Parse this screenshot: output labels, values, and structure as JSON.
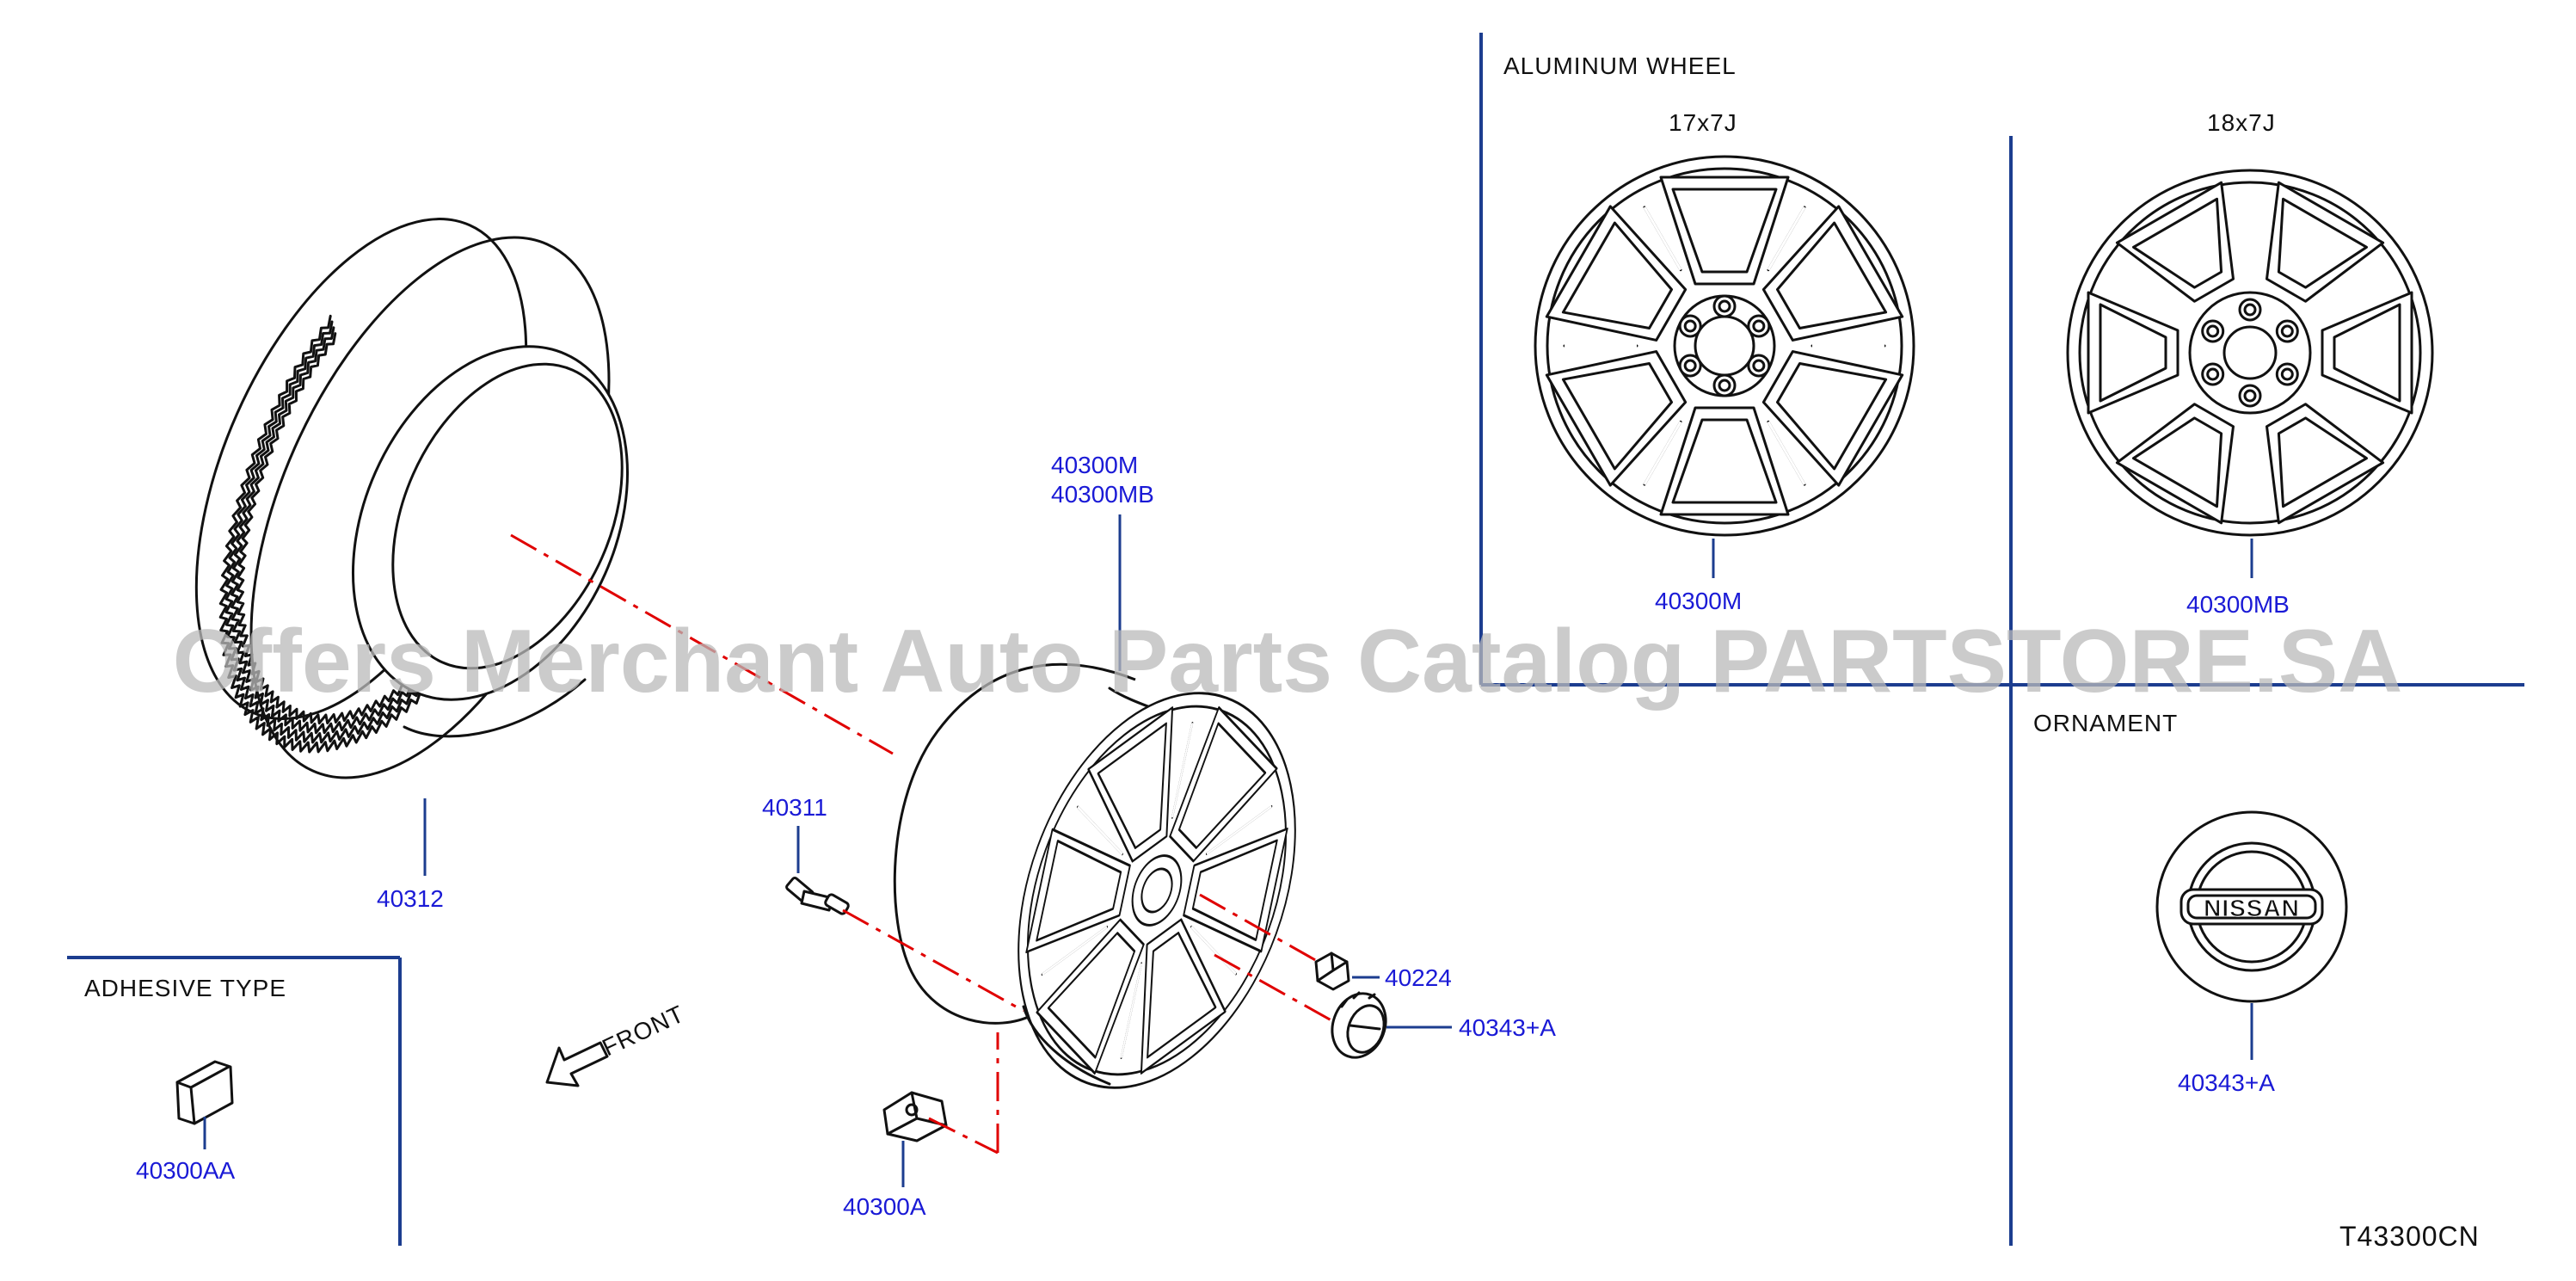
{
  "sections": {
    "aluminum_wheel": "ALUMINUM   WHEEL",
    "ornament": "ORNAMENT",
    "adhesive_type": "ADHESIVE   TYPE"
  },
  "sizes": {
    "wheel_17": "17x7J",
    "wheel_18": "18x7J"
  },
  "parts": {
    "tire": "40312",
    "wheel_m": "40300M",
    "wheel_mb": "40300MB",
    "valve": "40311",
    "nut": "40224",
    "ornament": "40343+A",
    "weight": "40300A",
    "adhesive_weight": "40300AA",
    "aluminum_17": "40300M",
    "aluminum_18": "40300MB",
    "ornament_detail": "40343+A"
  },
  "labels": {
    "front": "FRONT",
    "brand": "NISSAN",
    "diagram_code": "T43300CN"
  },
  "watermark": "Offers Merchant Auto Parts Catalog PARTSTORE.SA",
  "colors": {
    "part_number": "#1a1ad6",
    "frame": "#1c3d8f",
    "centerline": "#e00000",
    "watermark": "#b9b9b9"
  }
}
